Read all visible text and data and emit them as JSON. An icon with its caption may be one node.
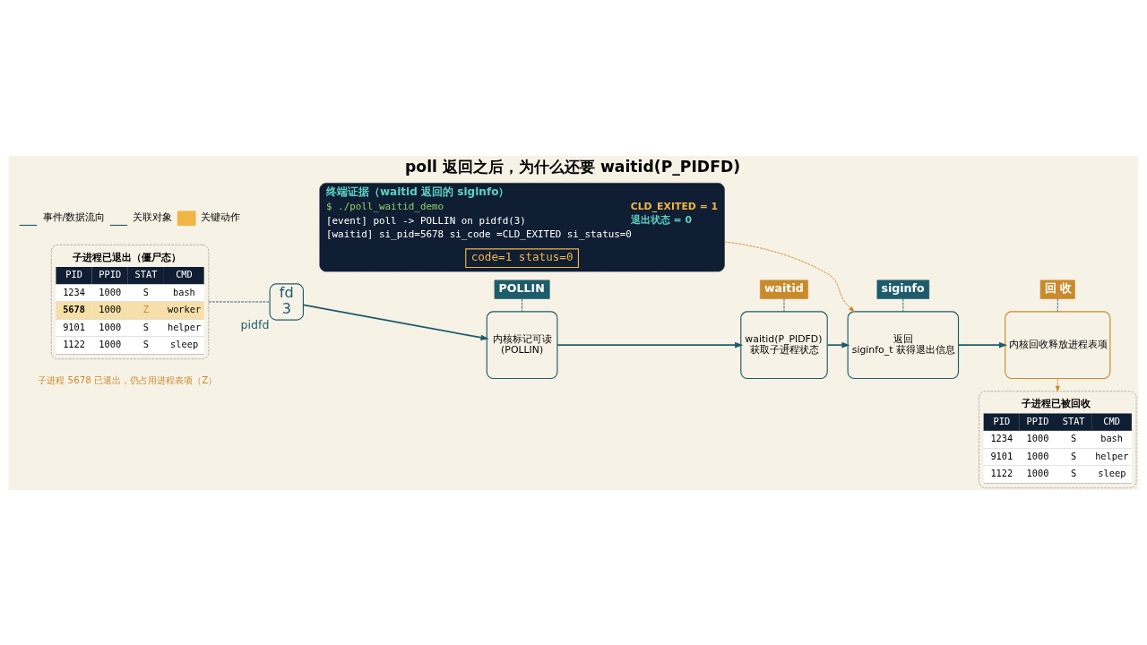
{
  "diagram": {
    "title": "poll 返回之后，为什么还要 waitid(P_PIDFD)",
    "nodes": [
      {
        "text": [
          "子进程已退出（僵尸态）",
          "PID",
          "PPID",
          "STAT",
          "CMD",
          "1234",
          "1000",
          "S",
          "bash",
          "5678",
          "1000",
          "Z",
          "worker",
          "9101",
          "1000",
          "S",
          "helper",
          "1122",
          "1000",
          "S",
          "sleep"
        ],
        "beside": [
          "子进程 5678 已退出，仍占用进程表项（Z）"
        ]
      },
      {
        "text": [
          "fd 3"
        ],
        "beside": [
          "pidfd"
        ]
      },
      {
        "text": [
          "POLLIN"
        ]
      },
      {
        "text": [
          "内核标记可读 (POLLIN)"
        ]
      },
      {
        "text": [
          "waitid"
        ]
      },
      {
        "text": [
          "waitid(P_PIDFD) 获取子进程状态"
        ]
      },
      {
        "text": [
          "siginfo"
        ]
      },
      {
        "text": [
          "返回 siginfo_t 获得退出信息"
        ]
      },
      {
        "text": [
          "回 收"
        ]
      },
      {
        "text": [
          "内核回收释放进程表项"
        ]
      },
      {
        "text": [
          "子进程已被回收",
          "PID",
          "PPID",
          "STAT",
          "CMD",
          "1234",
          "1000",
          "S",
          "bash",
          "9101",
          "1000",
          "S",
          "helper",
          "1122",
          "1000",
          "S",
          "sleep"
        ]
      },
      {
        "text": [
          "终端证据（waitid 返回的 siginfo）",
          "$ ./poll_waitid_demo",
          "[event] poll -> POLLIN on pidfd(3)",
          "[waitid] si_pid=5678 si_code =CLD_EXITED si_status=0",
          "CLD_EXITED = 1",
          "退出状态 = 0"
        ]
      },
      {
        "text": [
          "code=1 status=0"
        ],
        "in": 11
      }
    ],
    "edges": [
      {
        "from": 0,
        "to": 1,
        "arrow": "none",
        "style": "dashed"
      },
      {
        "from": 1,
        "to": 3,
        "arrow": "to"
      },
      {
        "from": 3,
        "to": 5,
        "arrow": "to"
      },
      {
        "from": 5,
        "to": 7,
        "arrow": "to"
      },
      {
        "from": 7,
        "to": 9,
        "arrow": "to"
      },
      {
        "from": 2,
        "to": 3,
        "arrow": "none",
        "style": "dashed"
      },
      {
        "from": 4,
        "to": 5,
        "arrow": "none",
        "style": "dashed"
      },
      {
        "from": 6,
        "to": 7,
        "arrow": "none",
        "style": "dashed"
      },
      {
        "from": 8,
        "to": 9,
        "arrow": "none",
        "style": "dashed"
      },
      {
        "from": 9,
        "to": 10,
        "arrow": "to",
        "style": "dashed",
        "color": "#c98a2b"
      },
      {
        "from": 11,
        "to": 7,
        "arrow": "to",
        "style": "dashed",
        "color": "#c98a2b"
      }
    ],
    "legend": [
      {
        "text": "事件/数据流向"
      },
      {
        "text": "关联对象"
      },
      {
        "text": "关键动作",
        "color": "#f0b545"
      }
    ]
  }
}
